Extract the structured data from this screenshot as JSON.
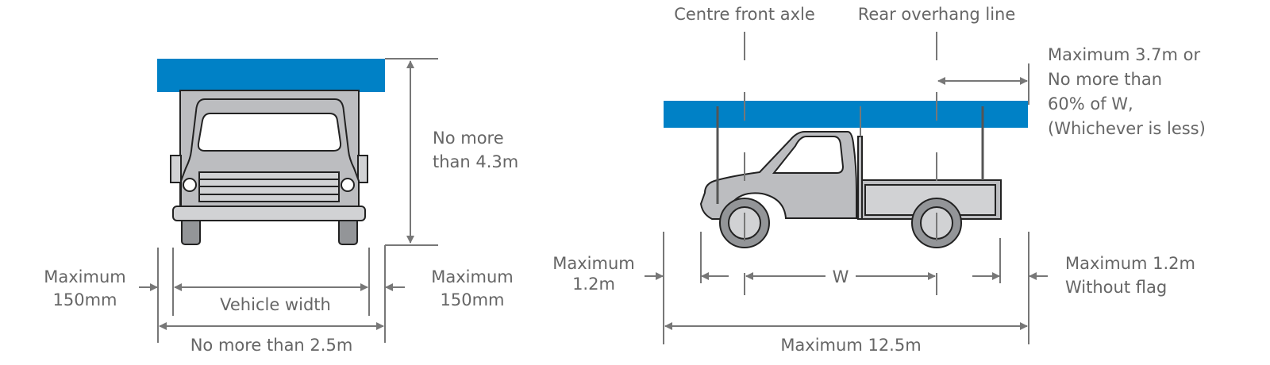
{
  "colors": {
    "load": "#0081c6",
    "body": "#bcbdc0",
    "light": "#d1d2d4",
    "tyre": "#939598",
    "text": "#666666"
  },
  "front_view": {
    "height_label": [
      "No more",
      "than 4.3m"
    ],
    "left_overhang": [
      "Maximum",
      "150mm"
    ],
    "right_overhang": [
      "Maximum",
      "150mm"
    ],
    "vehicle_width": "Vehicle width",
    "total_width": "No more than 2.5m"
  },
  "side_view": {
    "front_axle_label": "Centre front axle",
    "rear_overhang_label": "Rear overhang line",
    "rear_limit": [
      "Maximum 3.7m or",
      "No more than",
      "60% of W,",
      "(Whichever is less)"
    ],
    "front_projection": [
      "Maximum",
      "1.2m"
    ],
    "rear_projection": [
      "Maximum 1.2m",
      "Without flag"
    ],
    "wheelbase": "W",
    "total_length": "Maximum 12.5m"
  }
}
